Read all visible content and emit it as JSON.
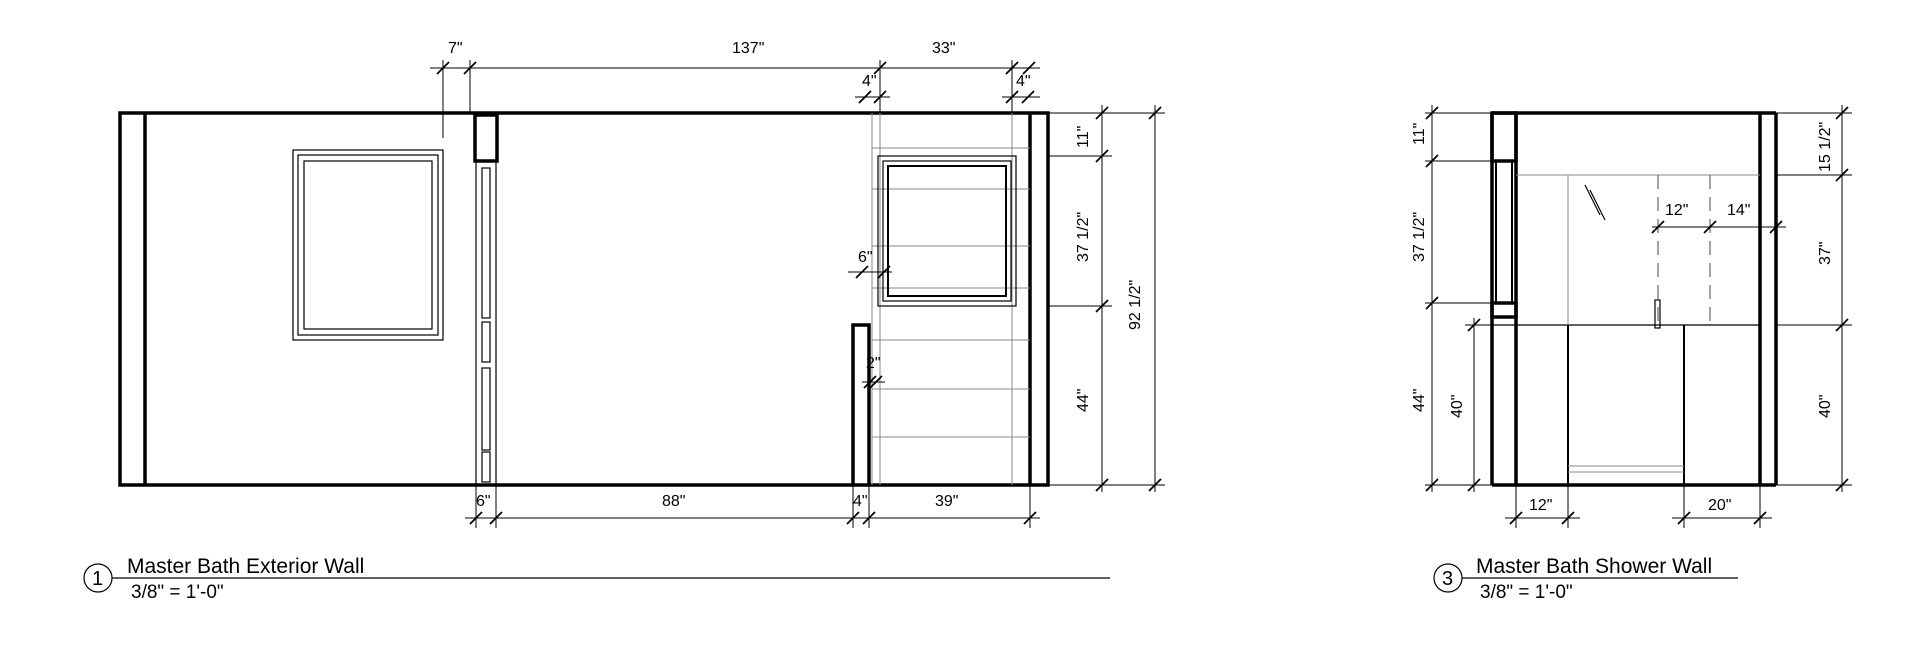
{
  "elevations": [
    {
      "number": "1",
      "title": "Master Bath Exterior Wall",
      "scale": "3/8\" = 1'-0\""
    },
    {
      "number": "3",
      "title": "Master Bath Shower Wall",
      "scale": "3/8\" = 1'-0\""
    }
  ],
  "dims_exterior": {
    "top_7": "7\"",
    "top_137": "137\"",
    "top_33": "33\"",
    "top_4a": "4\"",
    "top_4b": "4\"",
    "right_11": "11\"",
    "right_37_5": "37 1/2\"",
    "right_44": "44\"",
    "right_92_5": "92 1/2\"",
    "inner_6": "6\"",
    "inner_2": "2\"",
    "bottom_6": "6\"",
    "bottom_88": "88\"",
    "bottom_4": "4\"",
    "bottom_39": "39\""
  },
  "dims_shower": {
    "left_11": "11\"",
    "left_37_5": "37 1/2\"",
    "left_44": "44\"",
    "left_40": "40\"",
    "right_15_5": "15 1/2\"",
    "right_37": "37\"",
    "right_40": "40\"",
    "inner_12": "12\"",
    "inner_14": "14\"",
    "bottom_12": "12\"",
    "bottom_20": "20\""
  }
}
